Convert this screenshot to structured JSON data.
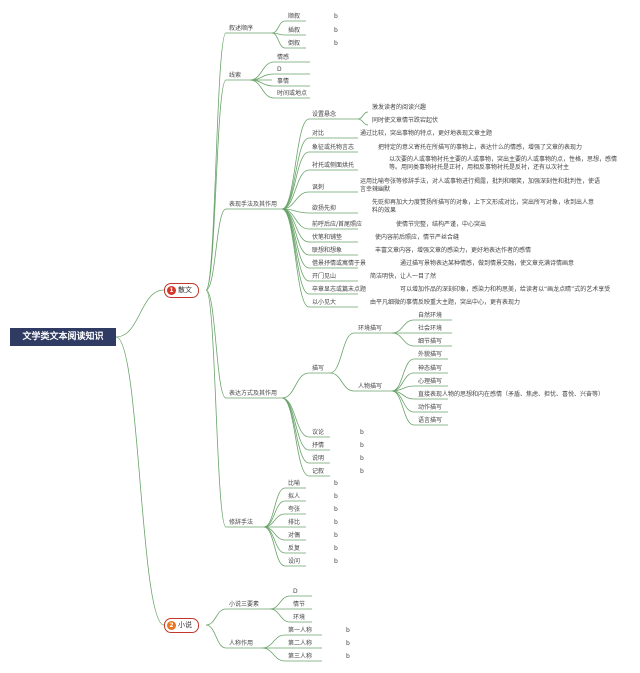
{
  "colors": {
    "root_bg": "#2f3b63",
    "num1": "#d6372b",
    "num2": "#e8761f",
    "line": "#6aa36a",
    "branch_border": "#c0392b"
  },
  "root": "文学类文本阅读知识",
  "b1": {
    "num": "1",
    "label": "散文"
  },
  "b2": {
    "num": "2",
    "label": "小说"
  },
  "xs": {
    "label": "叙述顺序",
    "items": [
      {
        "label": "顺叙",
        "v": "b"
      },
      {
        "label": "插叙",
        "v": "b"
      },
      {
        "label": "倒叙",
        "v": "b"
      }
    ]
  },
  "xian": {
    "label": "线索",
    "items": [
      "情感",
      "D",
      "事情",
      "时间或地点"
    ]
  },
  "bx": {
    "label": "表现手法及其作用",
    "items": [
      {
        "label": "设置悬念",
        "desc": [
          "激发读者的阅读兴趣",
          "同时使文章情节跌宕起伏"
        ]
      },
      {
        "label": "对比",
        "desc": "通过比较，突出事物的特点，更好地表现文章主题"
      },
      {
        "label": "象征或托物言志",
        "desc": "把特定的意义寄托在所描写的事物上，表达什么的情感，增强了文章的表现力"
      },
      {
        "label": "衬托或侧面烘托",
        "desc": "以次要的人或事物衬托主要的人或事物，突出主要的人或事物的点，性格，思想，感情等。用同类事物衬托是正衬，用相反事物衬托是反衬，还有以次衬主"
      },
      {
        "label": "讽刺",
        "desc": "运用比喻夸张等修辞手法，对人或事物进行揭露，批判和嘲笑，加强深刻性和批判性，使语言幸辣幽默"
      },
      {
        "label": "欲扬先抑",
        "desc": "先贬抑再加大力度赞扬所描写的对象，上下文形成对比，突出所写对象，收到出人意料的效果"
      },
      {
        "label": "前呼后应/首尾照应",
        "desc": "使情节完整，结构严谨，中心突出"
      },
      {
        "label": "伏笔和铺垫",
        "desc": "使内容前后照应，情节严丝合缝"
      },
      {
        "label": "联想和想象",
        "desc": "丰富文章内容，增强文章的感染力，更好地表达作者的感情"
      },
      {
        "label": "借景抒情或寓情于景",
        "desc": "通过描写景物表达某种情感，做到情景交融，使文章充满诗情画意"
      },
      {
        "label": "开门见山",
        "desc": "简洁明快，让人一目了然"
      },
      {
        "label": "卒章显志或篇末点题",
        "desc": "可以增加作品的深刻印象，感染力和构思美，给读者以“画龙点睛”式的艺术享受"
      },
      {
        "label": "以小见大",
        "desc": "由平凡细微的事情反映重大主题，突出中心，更有表现力"
      }
    ]
  },
  "bd": {
    "label": "表达方式及其作用",
    "miaoxie": {
      "label": "描写",
      "hj": {
        "label": "环境描写",
        "items": [
          "自然环境",
          "社会环境",
          "细节描写"
        ]
      },
      "rw": {
        "label": "人物描写",
        "items": [
          "外貌描写",
          "神态描写",
          "心理描写",
          "直接表现人物的思想和内在感情（矛盾、焦虑、担忧、喜悦、兴奋等）",
          "动作描写",
          "语言描写"
        ]
      }
    },
    "others": [
      {
        "label": "议论",
        "v": "b"
      },
      {
        "label": "抒情",
        "v": "b"
      },
      {
        "label": "说明",
        "v": "b"
      },
      {
        "label": "记叙",
        "v": "b"
      }
    ]
  },
  "xc": {
    "label": "修辞手法",
    "items": [
      {
        "label": "比喻",
        "v": "b"
      },
      {
        "label": "拟人",
        "v": "b"
      },
      {
        "label": "夸张",
        "v": "b"
      },
      {
        "label": "排比",
        "v": "b"
      },
      {
        "label": "对偶",
        "v": "b"
      },
      {
        "label": "反复",
        "v": "b"
      },
      {
        "label": "设问",
        "v": "b"
      }
    ]
  },
  "xy": {
    "label": "小说三要素",
    "items": [
      "D",
      "情节",
      "环境"
    ]
  },
  "rc": {
    "label": "人称作用",
    "items": [
      {
        "label": "第一人称",
        "v": "b"
      },
      {
        "label": "第二人称",
        "v": "b"
      },
      {
        "label": "第三人称",
        "v": "b"
      }
    ]
  }
}
